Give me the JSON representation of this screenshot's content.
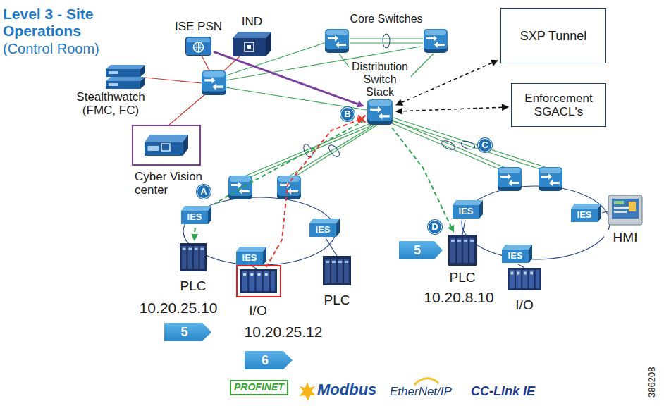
{
  "diagram": {
    "title": "Level 3 - Site Operations",
    "nodes": [
      {
        "text": [
          "ISE PSN"
        ]
      },
      {
        "text": [
          "IND"
        ]
      },
      {
        "text": [
          "Core Switches"
        ]
      },
      {
        "text": [
          "SXP Tunnel"
        ]
      },
      {
        "text": [
          "Stealthwatch (FMC, FC)"
        ]
      },
      {
        "text": [
          "Distribution Switch Stack"
        ]
      },
      {
        "text": [
          "Enforcement SGACL's"
        ]
      },
      {
        "text": [
          "Cyber Vision center"
        ]
      },
      {
        "text": [
          "IES"
        ]
      },
      {
        "text": [
          "IES"
        ]
      },
      {
        "text": [
          "IES"
        ]
      },
      {
        "text": [
          "PLC",
          "10.20.25.10"
        ]
      },
      {
        "text": [
          "I/O",
          "10.20.25.12"
        ]
      },
      {
        "text": [
          "PLC"
        ]
      },
      {
        "text": [
          "IES"
        ]
      },
      {
        "text": [
          "IES"
        ]
      },
      {
        "text": [
          "IES"
        ]
      },
      {
        "text": [
          "PLC",
          "10.20.8.10"
        ]
      },
      {
        "text": [
          "I/O"
        ]
      },
      {
        "text": [
          "HMI"
        ]
      },
      {
        "text": [
          "A"
        ]
      },
      {
        "text": [
          "B"
        ]
      },
      {
        "text": [
          "C"
        ]
      },
      {
        "text": [
          "D"
        ]
      },
      {
        "text": [
          "5"
        ]
      },
      {
        "text": [
          "5"
        ]
      },
      {
        "text": [
          "6"
        ]
      }
    ],
    "edges": [
      {
        "from": 3,
        "to": 5,
        "arrow": "both"
      },
      {
        "from": 6,
        "to": 5,
        "arrow": "both"
      },
      {
        "from": 0,
        "to": 5,
        "arrow": "to"
      },
      {
        "from": 5,
        "to": 8,
        "arrow": "none"
      },
      {
        "from": 8,
        "to": 11,
        "arrow": "to"
      },
      {
        "from": 12,
        "to": 5,
        "arrow": "to"
      },
      {
        "from": 5,
        "to": 17,
        "arrow": "to"
      }
    ],
    "labels": [
      "(Control Room)",
      "PROFINET",
      "Modbus",
      "EtherNet/IP",
      "CC-Link IE",
      "386208"
    ]
  }
}
